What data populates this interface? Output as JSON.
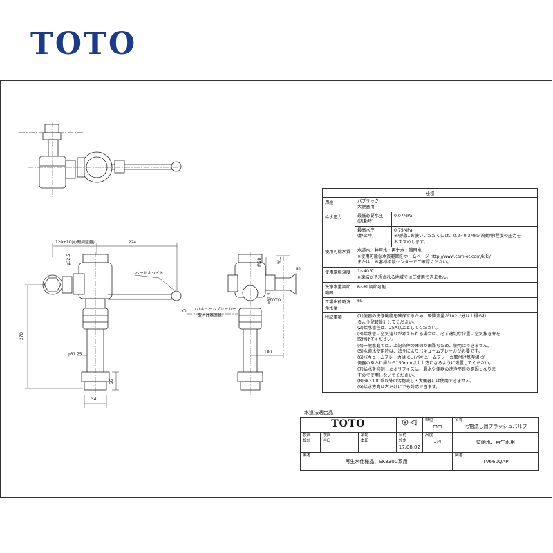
{
  "brand": "TOTO",
  "dims": {
    "d1": "120±10(心間調整量)",
    "d2": "224",
    "d3": "ベールホワイト",
    "d4": "φ32.5",
    "d5": "φ31.75",
    "d6": "270",
    "d7": "56",
    "d8": "54",
    "d9": "(バキュームブレーカー",
    "d10": "取付け基準線)",
    "d11": "CL",
    "d12": "W.L",
    "d13": "約28",
    "d14": "R1",
    "d15": "φ32.5",
    "d16": "100",
    "d17": "TOTO"
  },
  "spec": {
    "title": "仕様",
    "row_use_label": "用途",
    "row_use_v1": "パブリック",
    "row_use_v2": "大便器用",
    "row_pressure_label": "給水圧力",
    "row_min_label": "最低必要水圧",
    "row_min_sub": "(流動時)",
    "row_min_value": "0.07MPa",
    "row_max_label": "最高水圧",
    "row_max_sub": "(静止時)",
    "row_max_value": "0.75MPa",
    "row_max_note1": "※現場にお使いいただくには、0.2~0.3MPa(流動時)程度の圧力を",
    "row_max_note2": "おすすめします。",
    "row_water_label": "使用可能水質",
    "row_water_v1": "水道水・井戸水・再生水・雑用水",
    "row_water_v2": "※使用可能な水質範囲をホームページ http://www.com-et.com/kiki/",
    "row_water_v3": "または、お客様相談センターでご確認ください。",
    "row_temp_label": "使用環境温度",
    "row_temp_v1": "1~40℃",
    "row_temp_v2": "※凍結が予想される地域ではご使用できません。",
    "row_range_label": "洗浄水量調節範囲",
    "row_range_value": "6~8L調節可能",
    "row_factory_label": "工場出荷時洗浄水量",
    "row_factory_value": "6L",
    "notes_label": "特記事項",
    "notes": [
      "(1)便器の洗浄機能を確保するため、瞬間流量が102L/分以上得られ",
      "   るよう配管設計してください。",
      "(2)給水管径は、25A以上としてください。",
      "(3)給水管に空気溜りが考えられる場合は、必ず適切な位置に空気抜き弁を",
      "   取付けてください。",
      "(4)一般家庭では、上記条件の確保が困難なため、使用はできません。",
      "(5)水道水使用時は、法令によりバキュームブレーカが必要です。",
      "(6)バキュームブレーカは CL (バキュームブレーカ取付け基準線)が",
      "   便器のあふれ縁から150mm以上上方になるように設置してください。",
      "(7)給水を抑制したオリフィスは、漏水や便器の洗浄不良の原因となりま",
      "   すので使用しないでください。",
      "(8)SK330C系以外の汚物流し・大便器には使用できません。",
      "(9)給水方向は右だけにでも対応できます。"
    ]
  },
  "titleblock": {
    "compliance": "水道法適合品",
    "logo": "TOTO",
    "unit_label": "単位",
    "unit_value": "mm",
    "name_label": "名称",
    "name_value": "汚物流し用フラッシュバルブ",
    "drawn_label": "製図",
    "check_label": "検図",
    "date_label": "日付",
    "date_value": "17.08.02",
    "scale_label": "尺度",
    "scale_value": "1:4",
    "sub_value": "壁給水、再生水用",
    "design_label": "設計",
    "approve_label": "承認",
    "stamp1": "谷口",
    "stamp2": "本田",
    "stamp3": "鈴木",
    "remarks_label": "備考",
    "remarks_value": "再生水仕様品、SK330C系用",
    "code_label": "図番",
    "code_value": "TV660QAP"
  }
}
